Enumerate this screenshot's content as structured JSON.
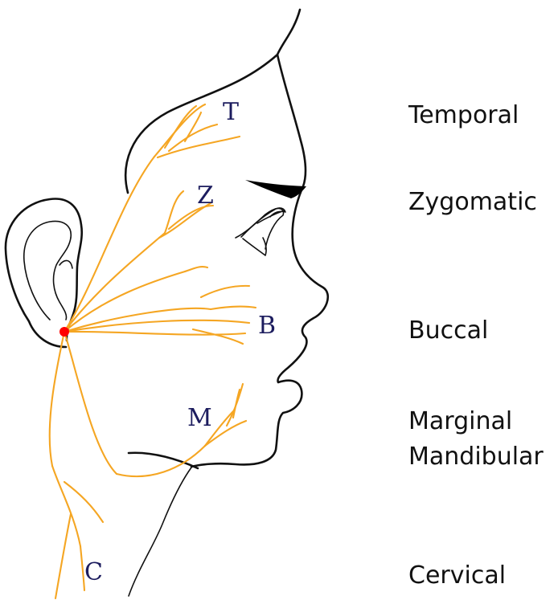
{
  "colors": {
    "nerve": "#f5a623",
    "outline": "#111111",
    "origin_dot": "#ff0000",
    "branch_letter": "#1c1c5e",
    "eyebrow_fill": "#000000"
  },
  "branch_letters": {
    "temporal": "T",
    "zygomatic": "Z",
    "buccal": "B",
    "marginal_mandibular": "M",
    "cervical": "C"
  },
  "branch_names": {
    "temporal": "Temporal",
    "zygomatic": "Zygomatic",
    "buccal": "Buccal",
    "marginal_mandibular_line1": "Marginal",
    "marginal_mandibular_line2": "Mandibular",
    "cervical": "Cervical"
  },
  "icons": {
    "origin": "stylomastoid-foramen-dot"
  }
}
